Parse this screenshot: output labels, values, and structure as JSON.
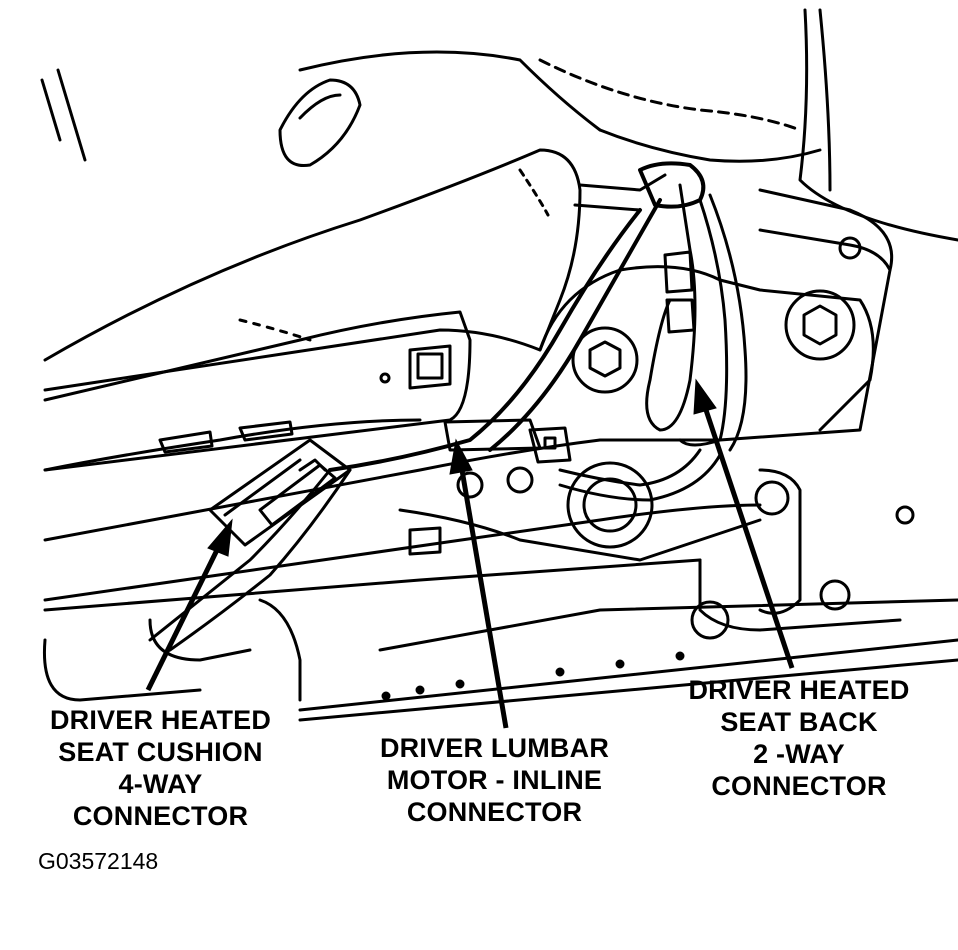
{
  "callouts": {
    "cushion": {
      "lines": [
        "DRIVER HEATED",
        "SEAT CUSHION",
        "4-WAY",
        "CONNECTOR"
      ]
    },
    "lumbar": {
      "lines": [
        "DRIVER LUMBAR",
        "MOTOR - INLINE",
        "CONNECTOR"
      ]
    },
    "seatback": {
      "lines": [
        "DRIVER HEATED",
        "SEAT BACK",
        "2 -WAY",
        "CONNECTOR"
      ]
    }
  },
  "figure_id": "G03572148",
  "colors": {
    "ink": "#000000",
    "paper": "#ffffff"
  }
}
